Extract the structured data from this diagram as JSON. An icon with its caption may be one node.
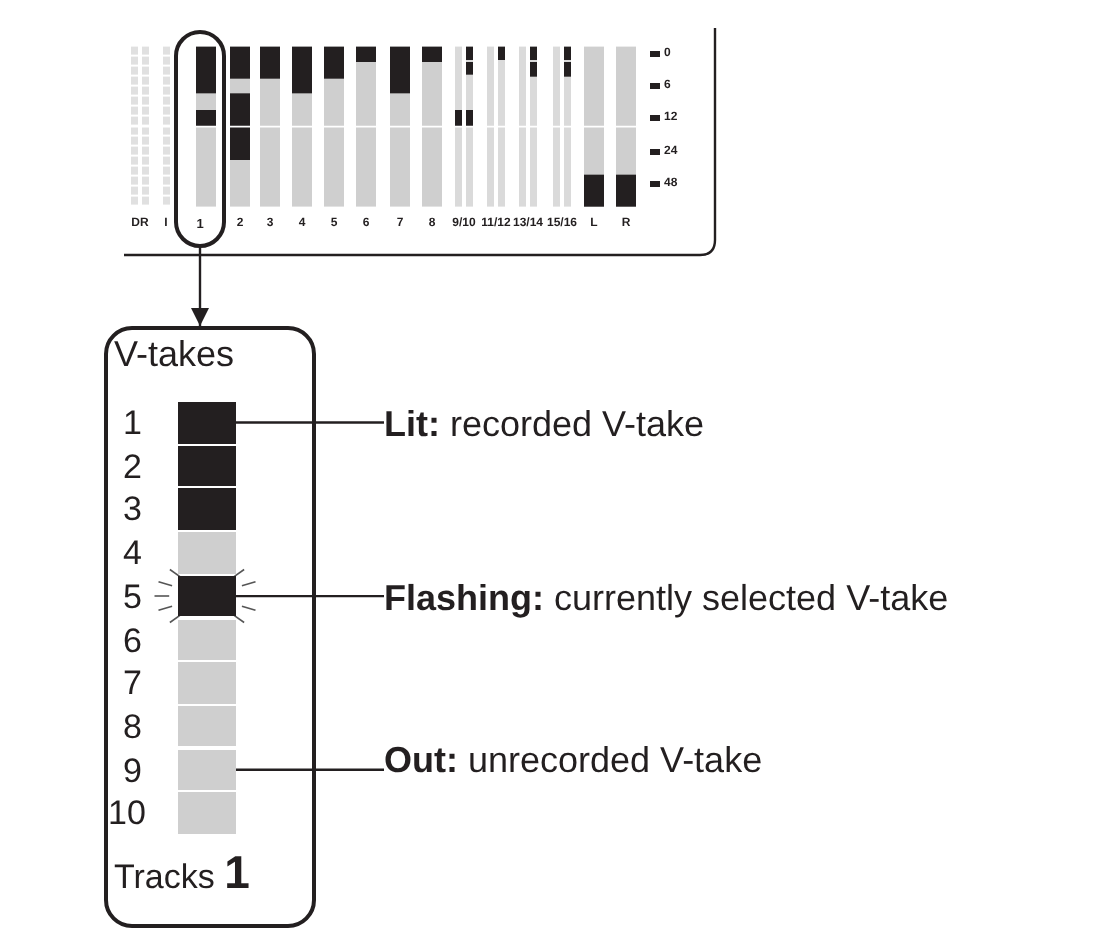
{
  "diagram": {
    "nodes": [
      {
        "text": [
          "1"
        ]
      },
      {
        "text": [
          "V-takes",
          "Tracks **1**"
        ]
      },
      {
        "text": [],
        "shape": "box",
        "in": 1
      },
      {
        "text": [],
        "shape": "box",
        "in": 1
      },
      {
        "text": [],
        "shape": "box",
        "in": 1
      },
      {
        "text": [],
        "shape": "box",
        "in": 1
      },
      {
        "text": [],
        "shape": "box",
        "in": 1
      },
      {
        "text": [],
        "shape": "box",
        "in": 1
      },
      {
        "text": [],
        "shape": "box",
        "in": 1
      },
      {
        "text": [],
        "shape": "box",
        "in": 1
      },
      {
        "text": [],
        "shape": "box",
        "in": 1
      },
      {
        "text": [],
        "shape": "box",
        "in": 1
      },
      {
        "text": [
          "**Lit:** recorded V-take"
        ]
      },
      {
        "text": [
          "**Flashing:** currently selected V-take"
        ]
      },
      {
        "text": [
          "**Out:** unrecorded V-take"
        ]
      }
    ],
    "edges": [
      {
        "from": 0,
        "to": 1,
        "arrow": "to"
      },
      {
        "from": 12,
        "to": 2,
        "arrow": "none"
      },
      {
        "from": 13,
        "to": 6,
        "arrow": "none"
      },
      {
        "from": 14,
        "to": 10,
        "arrow": "none"
      }
    ],
    "labels": [
      "DR",
      "I",
      "2",
      "3",
      "4",
      "5",
      "6",
      "7",
      "8",
      "9/10",
      "11/12",
      "13/14",
      "15/16",
      "L",
      "R",
      "0",
      "6",
      "12",
      "24",
      "48",
      "1",
      "2",
      "3",
      "4",
      "5",
      "6",
      "7",
      "8",
      "9",
      "10"
    ]
  }
}
